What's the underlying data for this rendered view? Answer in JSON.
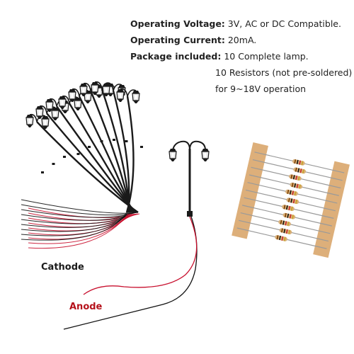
{
  "specs": {
    "voltage_label": "Operating Voltage:",
    "voltage_value": "3V, AC or DC Compatible.",
    "current_label": "Operating Current:",
    "current_value": "20mA.",
    "package_label": "Package included:",
    "package_value": "10 Complete lamp.",
    "package_line2": "10 Resistors (not pre-soldered)",
    "package_line3": "for 9~18V operation"
  },
  "labels": {
    "cathode": "Cathode",
    "anode": "Anode"
  },
  "colors": {
    "cathode_wire": "#111111",
    "anode_wire": "#c8102e",
    "anode_label": "#b5121b",
    "pole": "#1a1a1a",
    "resistor_tape": "#d9a66b",
    "resistor_body": "#d8b07a"
  }
}
